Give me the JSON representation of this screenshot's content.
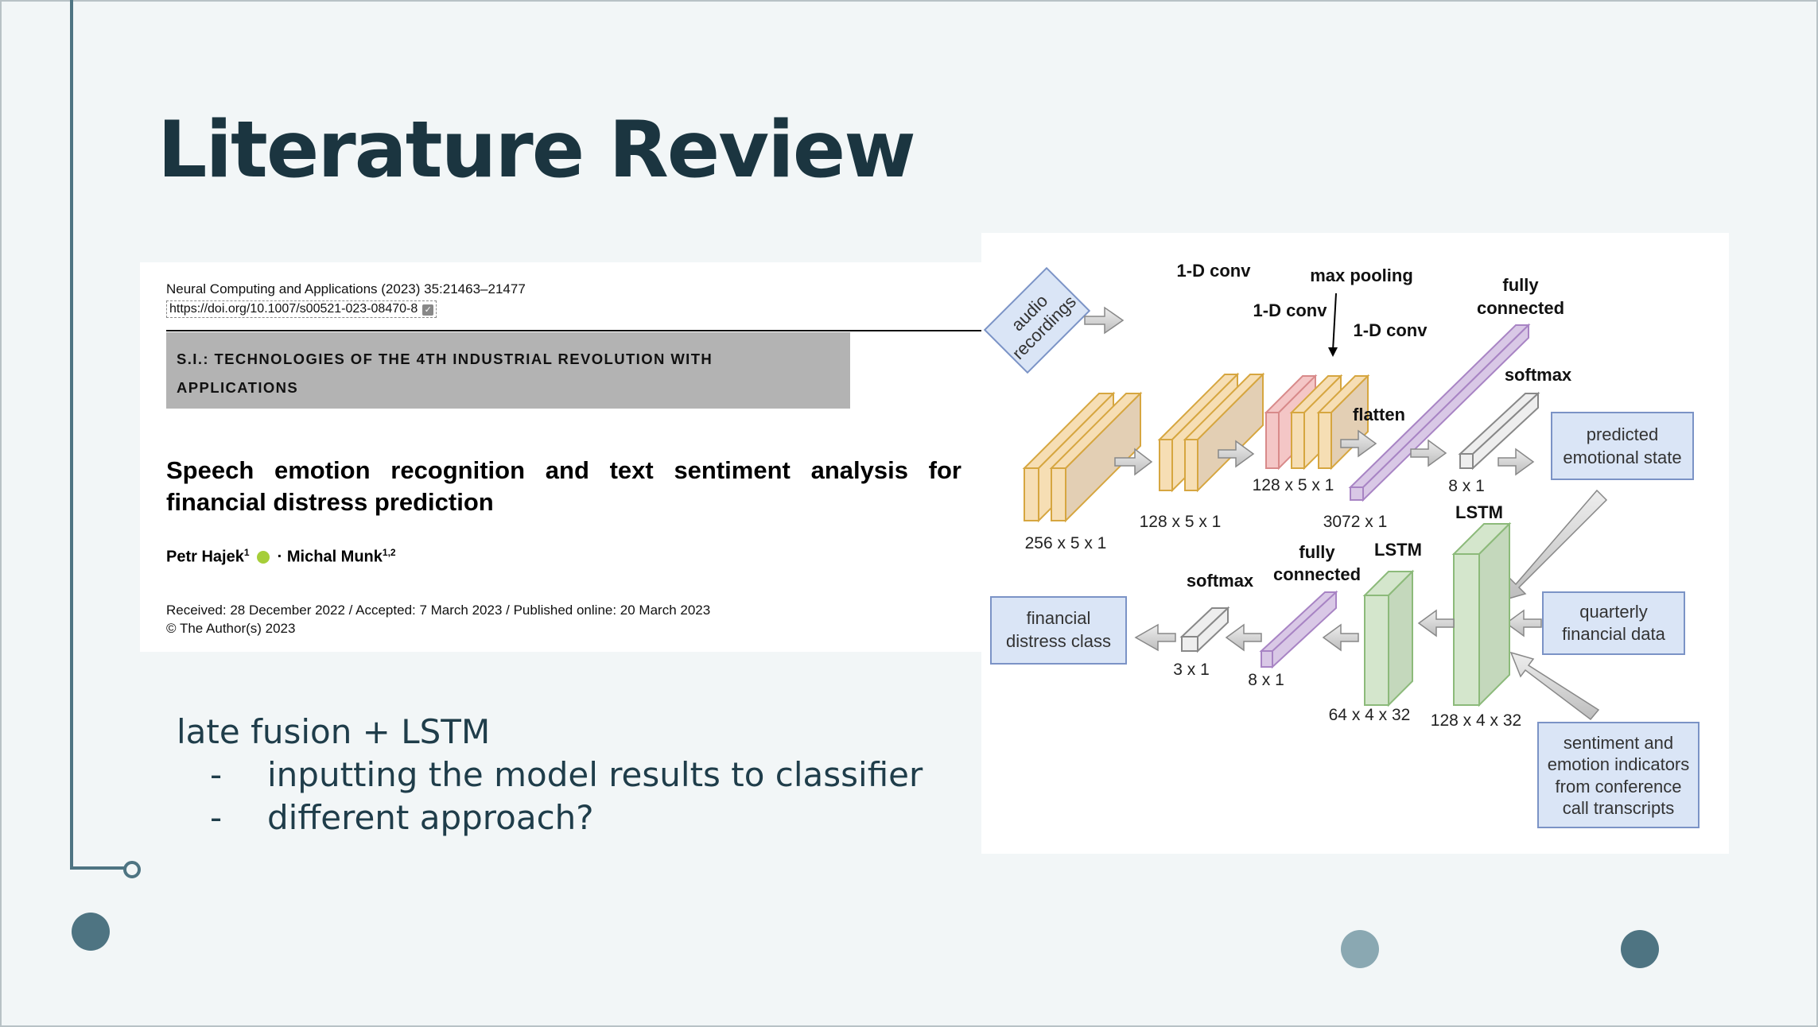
{
  "slide": {
    "title": "Literature Review"
  },
  "paper": {
    "journal": "Neural Computing and Applications (2023) 35:21463–21477",
    "doi": "https://doi.org/10.1007/s00521-023-08470-8",
    "section_line1": "S.I.: TECHNOLOGIES OF THE 4TH INDUSTRIAL REVOLUTION WITH",
    "section_line2": "APPLICATIONS",
    "title": "Speech emotion recognition and text sentiment analysis for financial distress prediction",
    "author1": "Petr Hajek",
    "author1_sup": "1",
    "author_sep": "·",
    "author2": "Michal Munk",
    "author2_sup": "1,2",
    "dates": "Received: 28 December 2022 / Accepted: 7 March 2023 / Published online: 20 March 2023",
    "copyright": "© The Author(s) 2023"
  },
  "notes": {
    "main": "late fusion + LSTM",
    "dash": "-",
    "items": [
      "inputting the model results to classifier",
      "different approach?"
    ]
  },
  "diagram": {
    "labels": {
      "conv1": "1-D conv",
      "conv2": "1-D conv",
      "conv3": "1-D conv",
      "maxpool": "max pooling",
      "fc_top_1": "fully",
      "fc_top_2": "connected",
      "softmax_top": "softmax",
      "flatten": "flatten",
      "audio_1": "audio",
      "audio_2": "recordings",
      "predicted_1": "predicted",
      "predicted_2": "emotional state",
      "dim_256": "256 x 5 x 1",
      "dim_128a": "128 x 5 x 1",
      "dim_128b": "128 x 5 x 1",
      "dim_3072": "3072 x 1",
      "dim_8a": "8 x 1",
      "lstm1": "LSTM",
      "lstm2": "LSTM",
      "quarterly_1": "quarterly",
      "quarterly_2": "financial data",
      "sentiment_1": "sentiment and",
      "sentiment_2": "emotion indicators",
      "sentiment_3": "from conference",
      "sentiment_4": "call transcripts",
      "fc_bot_1": "fully",
      "fc_bot_2": "connected",
      "softmax_bot": "softmax",
      "financial_1": "financial",
      "financial_2": "distress class",
      "dim_3": "3 x 1",
      "dim_8b": "8 x 1",
      "dim_64": "64 x 4 x 32",
      "dim_128c": "128 x 4 x 32"
    },
    "colors": {
      "conv": "#f6deb4",
      "conv_stroke": "#d6a640",
      "pool": "#f4c6c6",
      "fc": "#d9c8e6",
      "lstm": "#d4e6cc",
      "io_box": "#dae5f6",
      "arrow": "#cccccc"
    }
  }
}
